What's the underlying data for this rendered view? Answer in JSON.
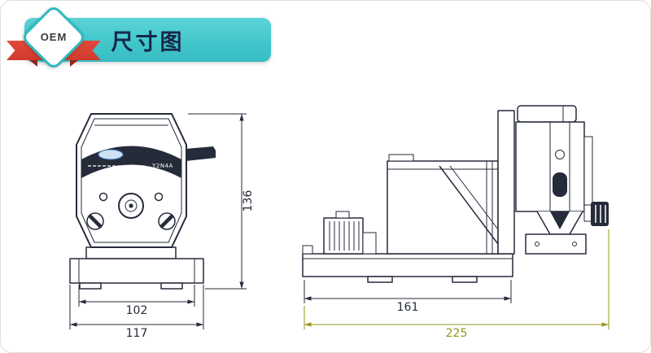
{
  "header": {
    "badge_label": "OEM",
    "title": "尺寸图"
  },
  "front_view": {
    "model_label": "Y2N4A",
    "dims": {
      "height": "136",
      "width_inner": "102",
      "width_outer": "117"
    }
  },
  "side_view": {
    "dims": {
      "length_inner": "161",
      "length_outer": "225"
    }
  },
  "colors": {
    "banner_teal": "#43c7cc",
    "ribbon_red": "#cf3a2d",
    "line_dark": "#262b3a",
    "dim_olive": "#96961e"
  }
}
